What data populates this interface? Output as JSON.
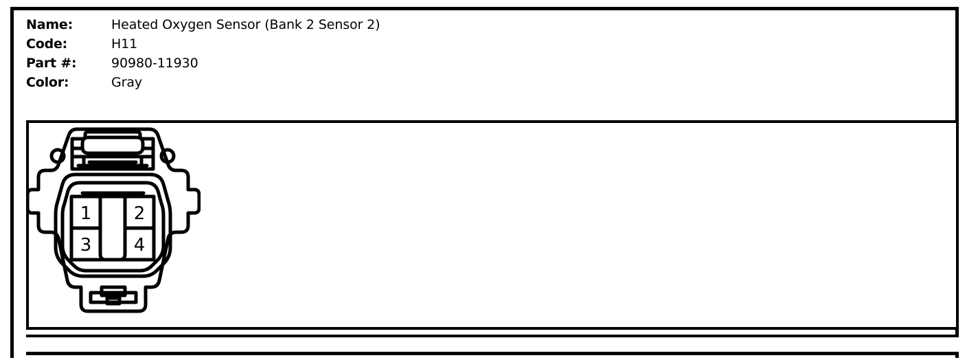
{
  "document": {
    "type": "connector-spec-sheet"
  },
  "spec": {
    "rows": [
      {
        "label": "Name:",
        "value": "Heated Oxygen Sensor (Bank 2 Sensor 2)"
      },
      {
        "label": "Code:",
        "value": "H11"
      },
      {
        "label": "Part #:",
        "value": "90980-11930"
      },
      {
        "label": "Color:",
        "value": "Gray"
      }
    ]
  },
  "connector": {
    "view": "connector-face-view",
    "cavity_count": 4,
    "pins": [
      {
        "number": "1",
        "row": "top",
        "column": "left"
      },
      {
        "number": "2",
        "row": "top",
        "column": "right"
      },
      {
        "number": "3",
        "row": "bottom",
        "column": "left"
      },
      {
        "number": "4",
        "row": "bottom",
        "column": "right"
      }
    ]
  },
  "colors": {
    "ink": "#000000",
    "paper": "#ffffff"
  }
}
